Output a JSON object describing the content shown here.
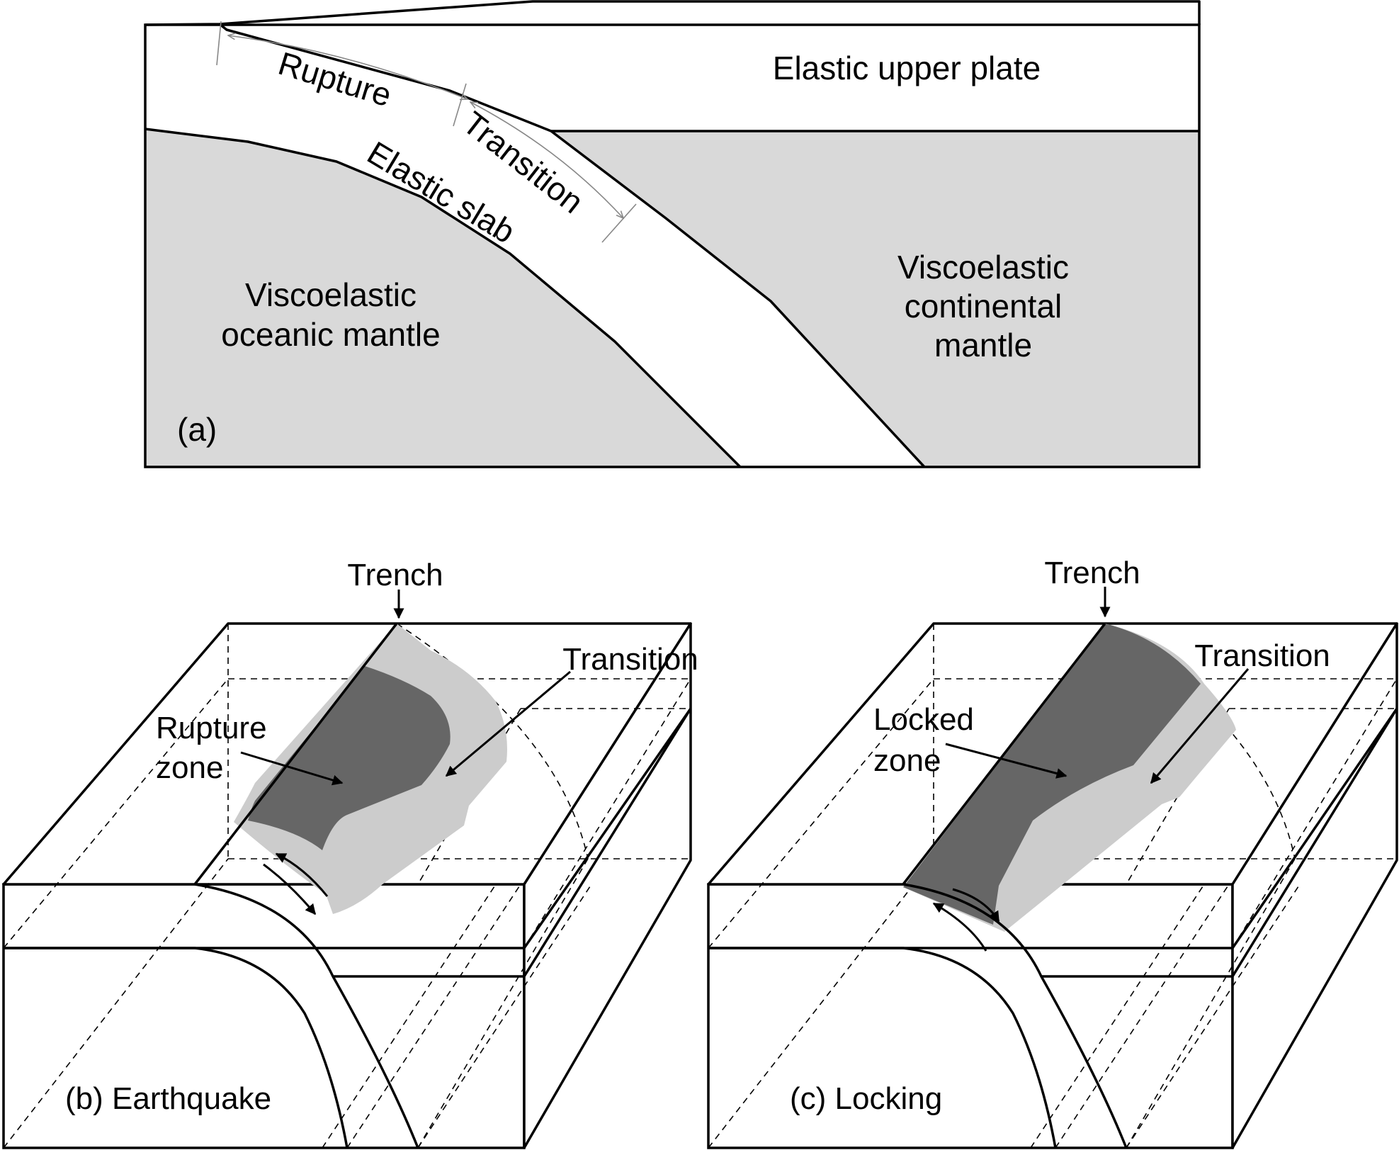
{
  "colors": {
    "mantle_fill": "#d9d9d9",
    "slab_fill": "#ffffff",
    "dark_zone": "#666666",
    "light_zone": "#cccccc",
    "line": "#000000"
  },
  "panel_a": {
    "label": "(a)",
    "upper_plate": "Elastic upper plate",
    "rupture": "Rupture",
    "transition": "Transition",
    "slab": "Elastic slab",
    "oceanic_mantle": [
      "Viscoelastic",
      "oceanic mantle"
    ],
    "continental_mantle": [
      "Viscoelastic",
      "continental",
      "mantle"
    ]
  },
  "panel_b": {
    "label": "(b) Earthquake",
    "trench": "Trench",
    "transition": "Transition",
    "zone": [
      "Rupture",
      "zone"
    ]
  },
  "panel_c": {
    "label": "(c) Locking",
    "trench": "Trench",
    "transition": "Transition",
    "zone": [
      "Locked",
      "zone"
    ]
  }
}
